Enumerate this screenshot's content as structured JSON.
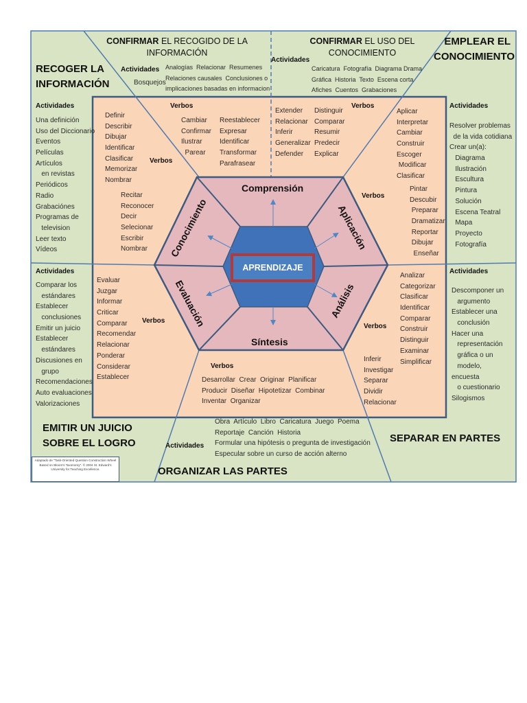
{
  "colors": {
    "green": "#d8e4c3",
    "orange": "#fbd5b7",
    "pink": "#e5b8bd",
    "blue": "#3f72b8",
    "red": "#b23a3a",
    "line": "#4f7bb0"
  },
  "center": "APRENDIZAJE",
  "segments": {
    "conocimiento": "Conocimiento",
    "comprension": "Comprensión",
    "aplicacion": "Aplicación",
    "analisis": "Análisis",
    "sintesis": "Síntesis",
    "evaluacion": "Evaluación"
  },
  "headings": {
    "recoger": [
      "RECOGER LA",
      "INFORMACIÓN"
    ],
    "confirmar_recogido": {
      "bold": "CONFIRMAR",
      "rest": " EL RECOGIDO DE LA",
      "line2": "INFORMACIÓN"
    },
    "confirmar_uso": {
      "bold": "CONFIRMAR",
      "rest": " EL USO DEL",
      "line2": "CONOCIMIENTO"
    },
    "emplear": [
      "EMPLEAR EL",
      "CONOCIMIENTO"
    ],
    "emitir": [
      "EMITIR UN JUICIO",
      "SOBRE EL LOGRO"
    ],
    "organizar": "ORGANIZAR LAS PARTES",
    "separar": "SEPARAR EN PARTES"
  },
  "labels": {
    "actividades": "Actividades",
    "verbos": "Verbos"
  },
  "recoger_actividades": [
    "Una definición",
    "Uso del Diccionario",
    "Eventos",
    "Películas",
    "Artículos",
    "   en revistas",
    "Periódicos",
    "Radio",
    "Grabaciónes",
    "Programas de",
    "   television",
    "Leer texto",
    "Vídeos"
  ],
  "confirmar_recogido_actividades": [
    "Analogías  Relacionar  Resumenes",
    "Relaciones causales  Conclusiones o",
    "implicaciones basadas en informacion"
  ],
  "confirmar_recogido_extra": "Bosquejos",
  "conocimiento_verbos_1": [
    "Definir",
    "Describir",
    "Dibujar",
    "Identificar",
    "Clasificar",
    "Memorizar",
    "Nombrar"
  ],
  "conocimiento_verbos_2": [
    "Recitar",
    "Reconocer",
    "Decir",
    "Selecionar",
    "Escribir",
    "Nombrar"
  ],
  "comprension_verbos_1": [
    "Cambiar",
    "Confirmar",
    "Ilustrar",
    "  Parear"
  ],
  "comprension_verbos_2": [
    "Reestablecer",
    "Expresar",
    "Identificar",
    "Transformar",
    "Parafrasear"
  ],
  "confirmar_uso_actividades": [
    "Caricatura  Fotografía  Diagrama Drama",
    "Gráfica  Historia  Texto  Escena corta",
    "Afiches  Cuentos  Grabaciones"
  ],
  "comprension_verbos_3": [
    "Extender",
    "Relacionar",
    "Inferir",
    "Generalizar",
    "Defender"
  ],
  "comprension_verbos_4": [
    "Distinguir",
    "Comparar",
    "Resumir",
    "Predecir",
    "Explicar"
  ],
  "aplicacion_verbos_1": [
    "Aplicar",
    "Interpretar",
    "Cambiar",
    "Construir",
    "Escoger",
    " Modificar",
    "Clasificar"
  ],
  "aplicacion_verbos_2": [
    "Pintar",
    "Descubir",
    " Preparar",
    " Dramatizar",
    " Reportar",
    " Dibujar",
    "  Enseñar"
  ],
  "emplear_actividades": [
    "Resolver problemas",
    "  de la vida cotidiana",
    "Crear un(a):",
    "   Diagrama",
    "   Ilustración",
    "   Escultura",
    "   Pintura",
    "   Solución",
    "   Escena Teatral",
    "   Mapa",
    "   Proyecto",
    "   Fotografía"
  ],
  "emitir_actividades": [
    "Comparar los",
    "   estándares",
    "Establecer",
    "   conclusiones",
    "Emitir un juicio",
    "Establecer",
    "   estándares",
    "Discusiones en",
    "   grupo",
    "Recomendaciones",
    "Auto evaluaciones",
    "Valorizaciones"
  ],
  "evaluacion_verbos": [
    "Evaluar",
    "Juzgar",
    "Informar",
    "Criticar",
    "Comparar",
    "Recomendar",
    "Relacionar",
    "Ponderar",
    "Considerar",
    "Establecer"
  ],
  "sintesis_verbos": [
    "Desarrollar  Crear  Originar  Planificar",
    "Producir  Diseñar  Hipotetizar  Combinar",
    "Inventar  Organizar"
  ],
  "organizar_actividades": [
    "Obra  Artículo  Libro  Caricatura  Juego  Poema",
    "Reportaje  Canción  Historia",
    "Formular una hipótesis o pregunta de investigación",
    "Especular sobre un curso de acción alterno"
  ],
  "analisis_verbos_1": [
    "Analizar",
    "Categorizar",
    "Clasificar",
    "Identificar",
    "Comparar",
    "Construir",
    "Distinguir",
    "Examinar",
    "Simplificar"
  ],
  "analisis_verbos_2": [
    "Inferir",
    "Investigar",
    "Separar",
    "Dividir",
    "Relacionar"
  ],
  "separar_actividades": [
    "Descomponer un",
    "   argumento",
    "Establecer una",
    "   conclusión",
    "Hacer una",
    "   representación",
    "   gráfica o un",
    "   modelo,",
    "encuesta",
    "   o cuestionario",
    "Silogismos"
  ],
  "credit": "Adaptado de \"Task-Oriented Question Construction Wheel Based on Bloom's Taxonomy\". © 2004 St. Edward's University for Teaching Excellence."
}
